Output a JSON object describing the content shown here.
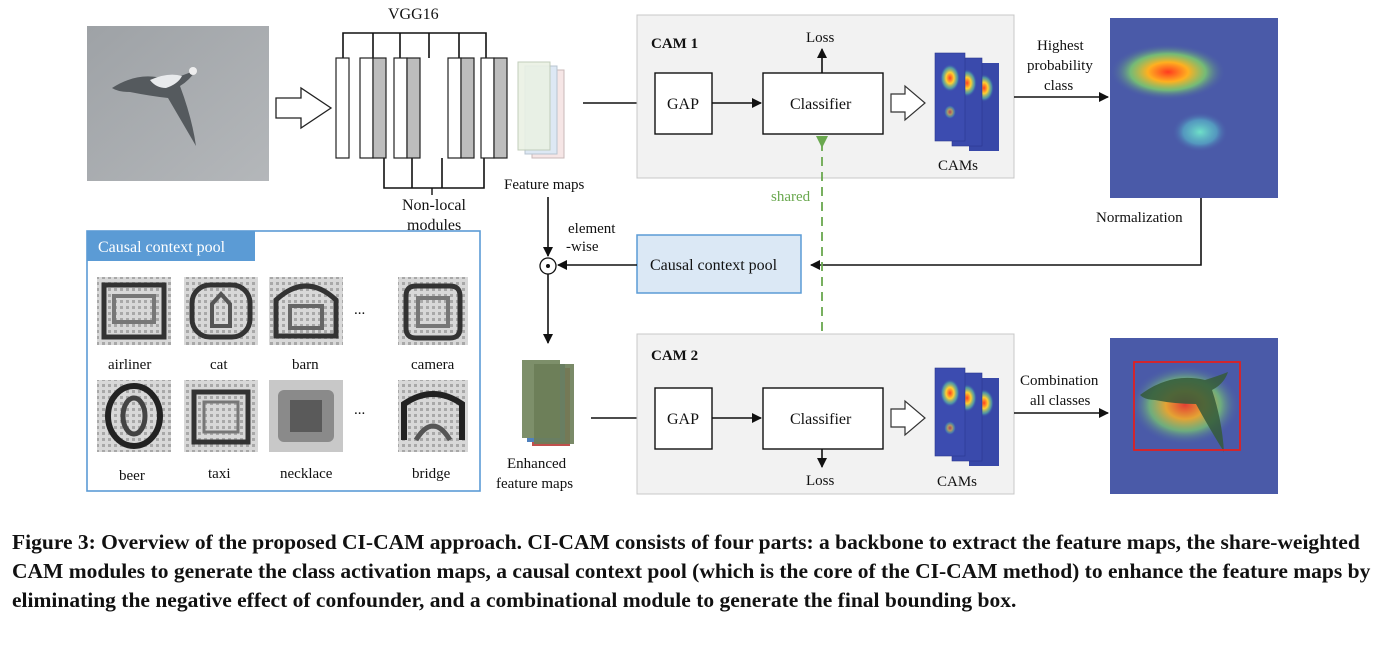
{
  "diagram": {
    "backbone": {
      "title": "VGG16",
      "modules_label_line1": "Non-local",
      "modules_label_line2": "modules"
    },
    "feature_maps_label": "Feature maps",
    "enhanced_label_line1": "Enhanced",
    "enhanced_label_line2": "feature maps",
    "elementwise_line1": "element",
    "elementwise_line2": "-wise",
    "elementwise_symbol": "⊙",
    "cam1": {
      "title": "CAM 1",
      "gap": "GAP",
      "classifier": "Classifier",
      "loss": "Loss",
      "cams": "CAMs"
    },
    "cam2": {
      "title": "CAM 2",
      "gap": "GAP",
      "classifier": "Classifier",
      "loss": "Loss",
      "cams": "CAMs"
    },
    "shared_label": "shared",
    "highest_line1": "Highest",
    "highest_line2": "probability",
    "highest_line3": "class",
    "normalization": "Normalization",
    "combination_line1": "Combination",
    "combination_line2": "all classes",
    "causal_context_pool_box": "Causal context pool",
    "pool_panel": {
      "title": "Causal context pool",
      "ellipsis": "...",
      "items": [
        {
          "label": "airliner"
        },
        {
          "label": "cat"
        },
        {
          "label": "barn"
        },
        {
          "label": "camera"
        },
        {
          "label": "beer"
        },
        {
          "label": "taxi"
        },
        {
          "label": "necklace"
        },
        {
          "label": "bridge"
        }
      ]
    },
    "colors": {
      "pool_accent": "#5b9bd5",
      "pool_box_fill": "#dbe8f5",
      "cam_panel_fill": "#f2f2f2",
      "shared_green": "#6aa84f",
      "bbox_red": "#e02020",
      "heatmap_bg": "#4a5aa8"
    }
  },
  "caption": "Figure 3: Overview of the proposed CI-CAM approach. CI-CAM consists of four parts: a backbone to extract the feature maps, the share-weighted CAM modules to generate the class activation maps, a causal context pool (which is the core of the CI-CAM method) to enhance the feature maps by eliminating the negative effect of confounder, and a combinational module to generate the final bounding box."
}
